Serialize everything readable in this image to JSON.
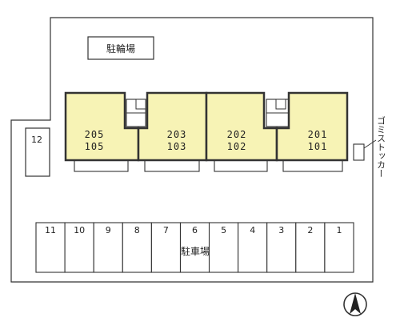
{
  "bicycle_parking": {
    "label": "駐輪場"
  },
  "units": [
    {
      "upper": "205",
      "lower": "105"
    },
    {
      "upper": "203",
      "lower": "103"
    },
    {
      "upper": "202",
      "lower": "102"
    },
    {
      "upper": "201",
      "lower": "101"
    }
  ],
  "garbage_stocker": {
    "label": "ゴミストッカー"
  },
  "parking": {
    "label": "駐車場",
    "side_space": "12",
    "spaces": [
      "11",
      "10",
      "9",
      "8",
      "7",
      "6",
      "5",
      "4",
      "3",
      "2",
      "1"
    ]
  },
  "colors": {
    "building": "#f7f3b5",
    "outline": "#333333",
    "background": "#ffffff"
  },
  "icons": {
    "north": "north-arrow-icon"
  }
}
